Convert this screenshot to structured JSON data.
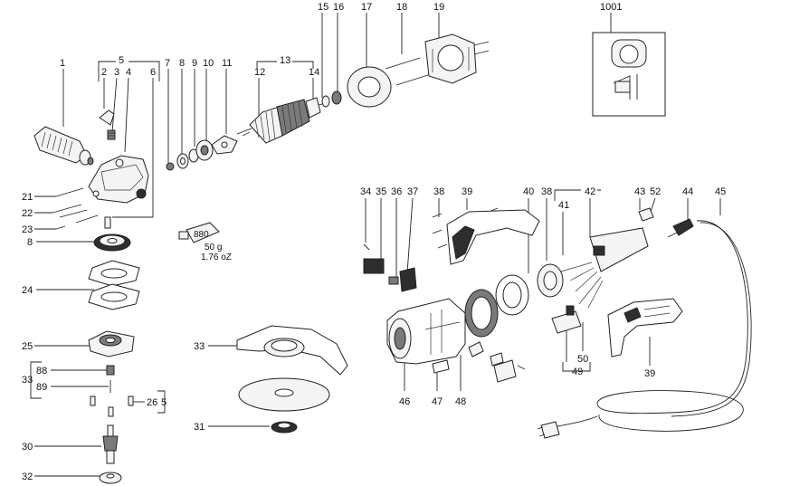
{
  "callouts": [
    "1",
    "2",
    "3",
    "4",
    "5",
    "6",
    "7",
    "8",
    "9",
    "10",
    "11",
    "12",
    "13",
    "14",
    "15",
    "16",
    "17",
    "18",
    "19",
    "1001",
    "21",
    "22",
    "23",
    "24",
    "25",
    "26",
    "30",
    "31",
    "32",
    "33",
    "34",
    "35",
    "36",
    "37",
    "38",
    "39",
    "40",
    "41",
    "42",
    "43",
    "44",
    "45",
    "46",
    "47",
    "48",
    "49",
    "50",
    "52",
    "88",
    "89"
  ],
  "labels": {
    "n1": "1",
    "n2": "2",
    "n3": "3",
    "n4": "4",
    "n5": "5",
    "n5b": "5",
    "n6": "6",
    "n7": "7",
    "n8": "8",
    "n8b": "8",
    "n9": "9",
    "n10": "10",
    "n11": "11",
    "n12": "12",
    "n13": "13",
    "n14": "14",
    "n15": "15",
    "n16": "16",
    "n17": "17",
    "n18": "18",
    "n19": "19",
    "n1001": "1001",
    "n21": "21",
    "n22": "22",
    "n23": "23",
    "n24": "24",
    "n25": "25",
    "n26": "26",
    "n30": "30",
    "n31": "31",
    "n32": "32",
    "n33": "33",
    "n33b": "33",
    "n34": "34",
    "n35": "35",
    "n36": "36",
    "n37": "37",
    "n38": "38",
    "n38b": "38",
    "n39": "39",
    "n39b": "39",
    "n40": "40",
    "n41": "41",
    "n42": "42",
    "n43": "43",
    "n44": "44",
    "n45": "45",
    "n46": "46",
    "n47": "47",
    "n48": "48",
    "n49": "49",
    "n50": "50",
    "n52": "52",
    "n88": "88",
    "n89": "89"
  },
  "grease_tube": {
    "label": "880",
    "weight_g": "50 g",
    "weight_oz": "1.76 oZ"
  }
}
